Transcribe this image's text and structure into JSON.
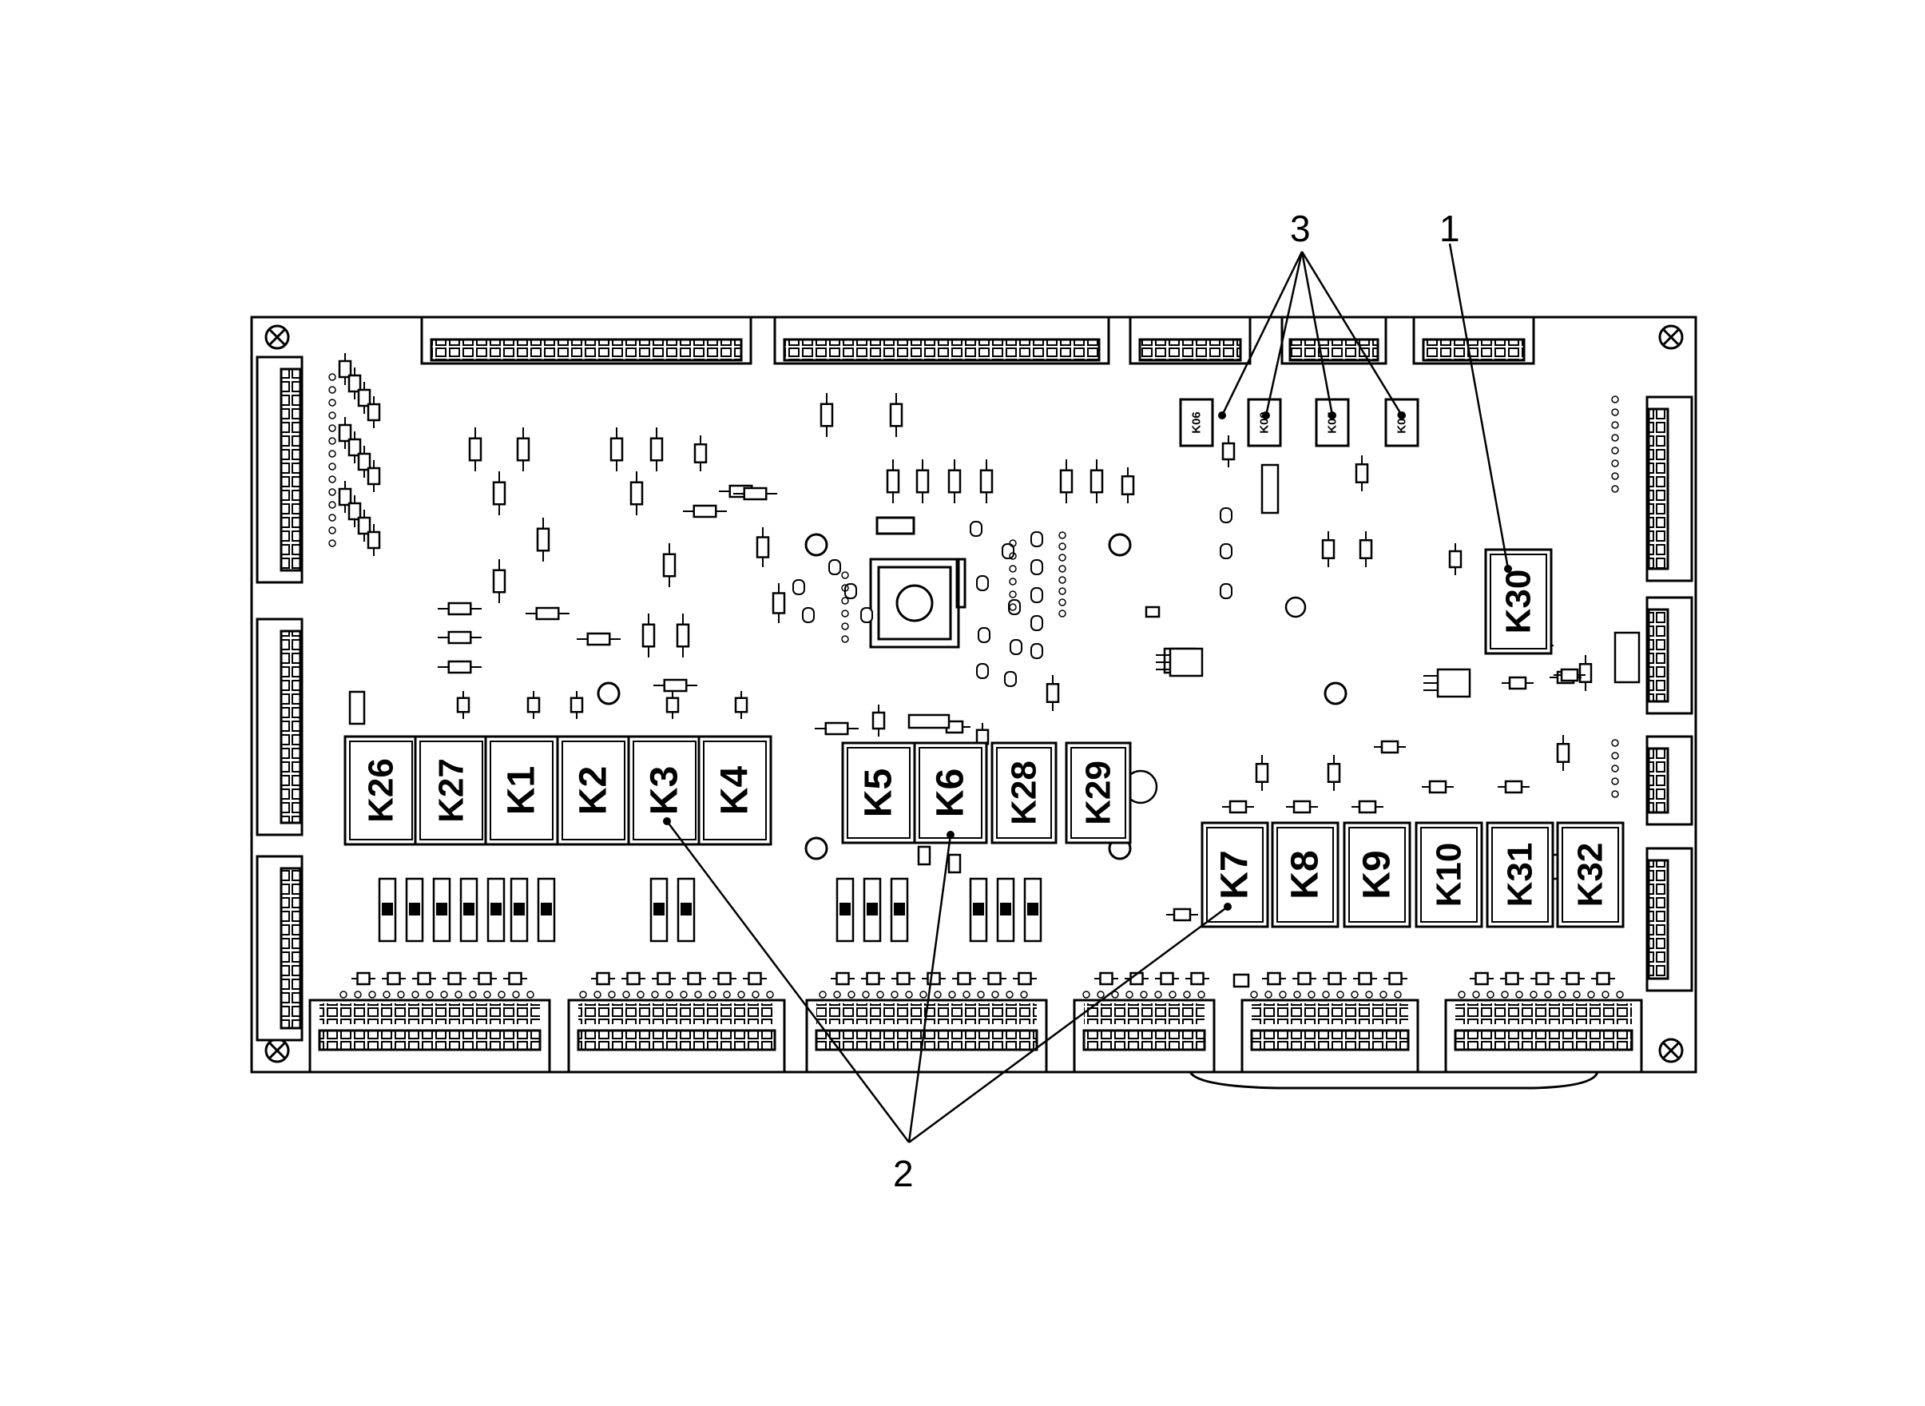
{
  "relays_large": [
    "K26",
    "K27",
    "K1",
    "K2",
    "K3",
    "K4",
    "K5",
    "K6",
    "K28",
    "K29",
    "K7",
    "K8",
    "K9",
    "K10",
    "K31",
    "K32",
    "K30"
  ],
  "relays_small": [
    "K06",
    "K09",
    "K05",
    "K08"
  ],
  "callouts": {
    "c1": "1",
    "c2": "2",
    "c3": "3"
  }
}
